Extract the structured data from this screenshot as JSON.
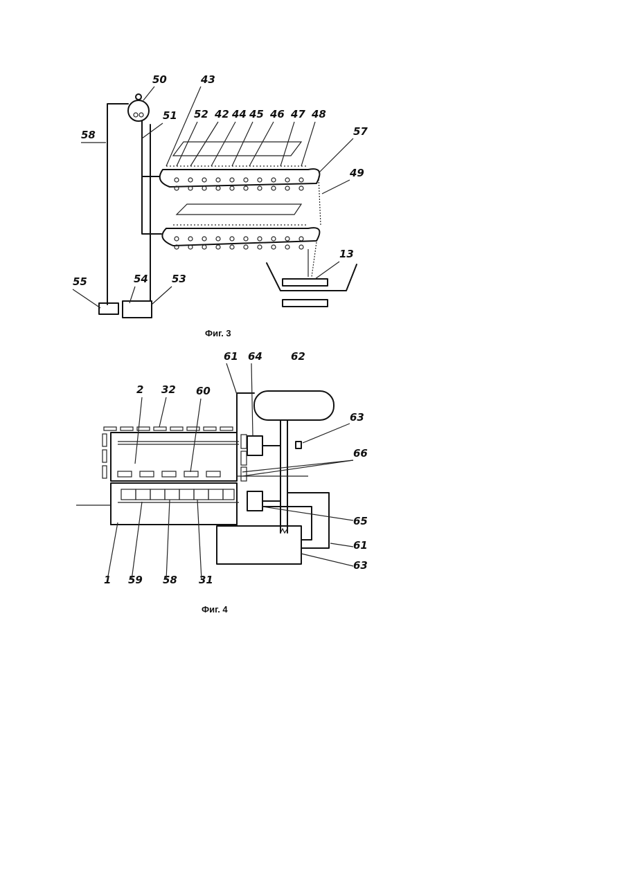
{
  "figure3": {
    "caption": "Фиг. 3",
    "labels": [
      "50",
      "43",
      "51",
      "52",
      "42",
      "44",
      "45",
      "46",
      "47",
      "48",
      "57",
      "58",
      "49",
      "13",
      "55",
      "54",
      "53"
    ]
  },
  "figure4": {
    "caption": "Фиг. 4",
    "labels": [
      "61",
      "64",
      "62",
      "2",
      "32",
      "60",
      "63",
      "66",
      "65",
      "61",
      "63",
      "1",
      "59",
      "58",
      "31"
    ]
  }
}
